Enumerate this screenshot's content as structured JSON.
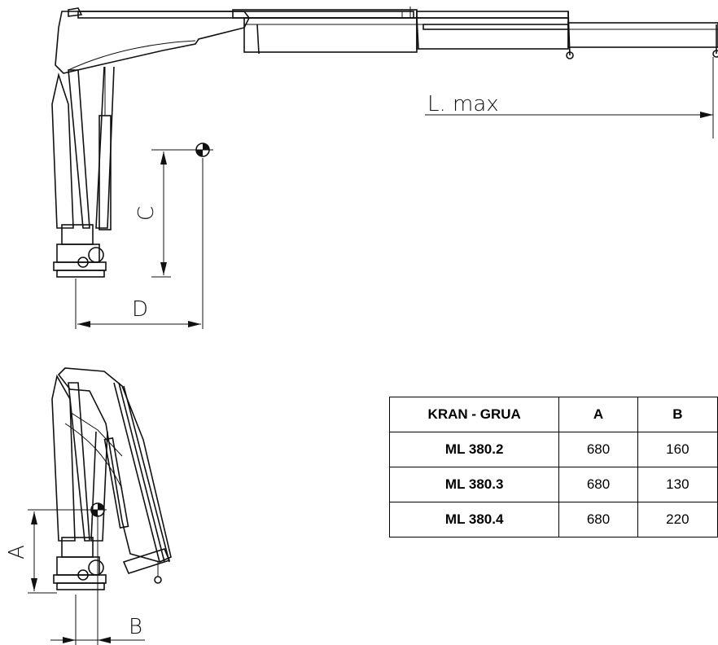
{
  "dimensions": {
    "l_max": "L. max",
    "c": "C",
    "d": "D",
    "a": "A",
    "b": "B"
  },
  "table": {
    "headers": [
      "KRAN - GRUA",
      "A",
      "B"
    ],
    "rows": [
      [
        "ML 380.2",
        "680",
        "160"
      ],
      [
        "ML 380.3",
        "680",
        "130"
      ],
      [
        "ML 380.4",
        "680",
        "220"
      ]
    ]
  }
}
